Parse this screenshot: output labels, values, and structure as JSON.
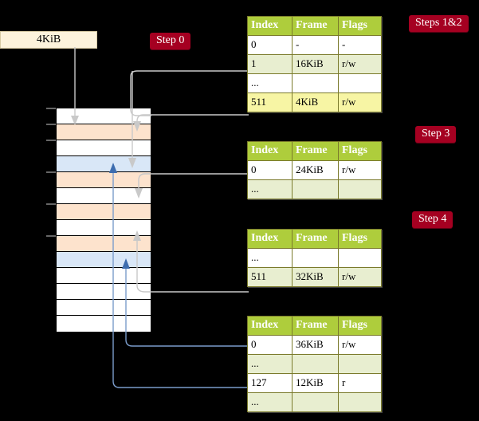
{
  "diagram": {
    "title_labels": {
      "step0": "Step 0",
      "steps12": "Steps 1&2",
      "step3": "Step 3",
      "step4": "Step 4"
    },
    "virtual_address": {
      "label": "4KiB"
    },
    "colors": {
      "chip_bg": "#a50021",
      "chip_text": "#ffffff",
      "table_header_bg": "#aecd3c",
      "table_alt_row_bg": "#e8eed0",
      "table_highlight_bg": "#f7f5a4",
      "vaddr_box_bg": "#fdf3dc",
      "mem_row_orange": "#fde3cd",
      "mem_row_blue": "#d9e7f7",
      "gray_wire": "#c9c9c9",
      "blue_wire": "#7b9ccb"
    },
    "tables": [
      {
        "name": "level-1-page-table",
        "columns": [
          "Index",
          "Frame",
          "Flags"
        ],
        "rows": [
          {
            "style": "plain",
            "cells": [
              "0",
              "-",
              "-"
            ]
          },
          {
            "style": "alt",
            "cells": [
              "1",
              "16KiB",
              "r/w"
            ]
          },
          {
            "style": "plain",
            "cells": [
              "...",
              "",
              ""
            ]
          },
          {
            "style": "highlight",
            "cells": [
              "511",
              "4KiB",
              "r/w"
            ]
          }
        ]
      },
      {
        "name": "level-2-page-table",
        "columns": [
          "Index",
          "Frame",
          "Flags"
        ],
        "rows": [
          {
            "style": "plain",
            "cells": [
              "0",
              "24KiB",
              "r/w"
            ]
          },
          {
            "style": "alt",
            "cells": [
              "...",
              "",
              ""
            ]
          }
        ]
      },
      {
        "name": "level-3-page-table",
        "columns": [
          "Index",
          "Frame",
          "Flags"
        ],
        "rows": [
          {
            "style": "plain",
            "cells": [
              "...",
              "",
              ""
            ]
          },
          {
            "style": "alt",
            "cells": [
              "511",
              "32KiB",
              "r/w"
            ]
          }
        ]
      },
      {
        "name": "level-4-page-table",
        "columns": [
          "Index",
          "Frame",
          "Flags"
        ],
        "rows": [
          {
            "style": "plain",
            "cells": [
              "0",
              "36KiB",
              "r/w"
            ]
          },
          {
            "style": "alt",
            "cells": [
              "...",
              "",
              ""
            ]
          },
          {
            "style": "plain",
            "cells": [
              "127",
              "12KiB",
              "r"
            ]
          },
          {
            "style": "alt",
            "cells": [
              "...",
              "",
              ""
            ]
          }
        ]
      }
    ],
    "memory_column": {
      "name": "physical-memory-frames",
      "rows": [
        {
          "fill": "white",
          "tick": true
        },
        {
          "fill": "orange",
          "tick": true
        },
        {
          "fill": "white",
          "tick": true
        },
        {
          "fill": "blue",
          "tick": false
        },
        {
          "fill": "orange",
          "tick": true
        },
        {
          "fill": "white",
          "tick": false
        },
        {
          "fill": "orange",
          "tick": true
        },
        {
          "fill": "white",
          "tick": false
        },
        {
          "fill": "orange",
          "tick": true
        },
        {
          "fill": "blue",
          "tick": false
        },
        {
          "fill": "white",
          "tick": false
        },
        {
          "fill": "white",
          "tick": false
        },
        {
          "fill": "white",
          "tick": false
        },
        {
          "fill": "white",
          "tick": false
        }
      ]
    }
  }
}
